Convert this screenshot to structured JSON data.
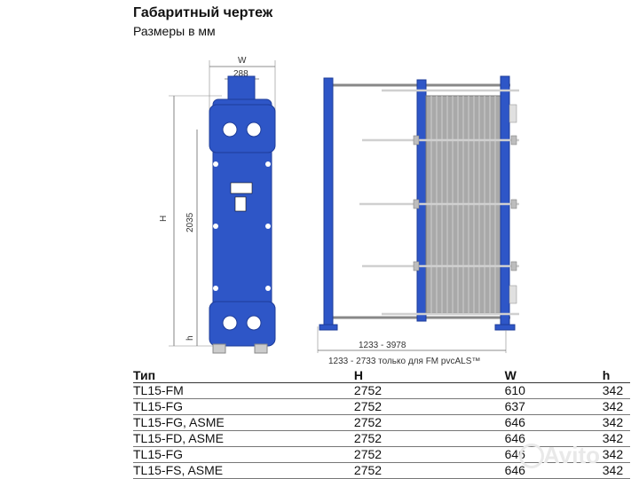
{
  "header": {
    "title": "Габаритный чертеж",
    "subtitle": "Размеры в мм"
  },
  "drawing": {
    "front_view": {
      "w_label": "W",
      "width_288": "288",
      "h_label": "H",
      "height_2035": "2035",
      "small_h_label": "h"
    },
    "side_view": {
      "length_range": "1233 - 3978",
      "note": "1233 - 2733 только для FM pvcALS™"
    },
    "colors": {
      "frame": "#2e56c7",
      "frame_dark": "#1d3c99",
      "plates": "#a9a9a9",
      "bolts": "#d9d9d9"
    }
  },
  "table": {
    "headers": [
      "Тип",
      "H",
      "W",
      "h"
    ],
    "rows": [
      [
        "TL15-FM",
        "2752",
        "610",
        "342"
      ],
      [
        "TL15-FG",
        "2752",
        "637",
        "342"
      ],
      [
        "TL15-FG, ASME",
        "2752",
        "646",
        "342"
      ],
      [
        "TL15-FD, ASME",
        "2752",
        "646",
        "342"
      ],
      [
        "TL15-FG",
        "2752",
        "646",
        "342"
      ],
      [
        "TL15-FS, ASME",
        "2752",
        "646",
        "342"
      ]
    ]
  },
  "watermark": {
    "text": "Avito"
  }
}
